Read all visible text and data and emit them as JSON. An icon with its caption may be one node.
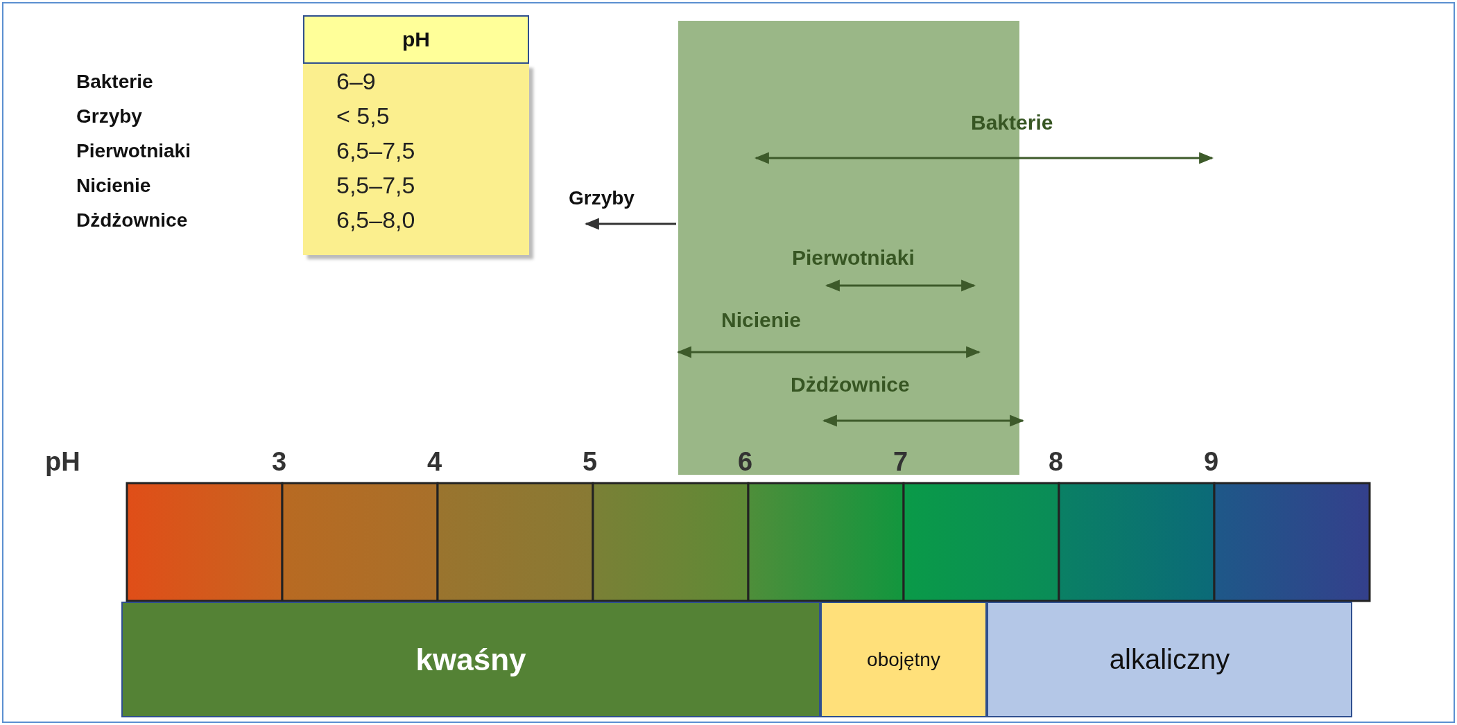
{
  "diagram": {
    "nodes": [
      {
        "text": [
          "kwaśny"
        ]
      },
      {
        "text": [
          "obojętny"
        ]
      },
      {
        "text": [
          "alkaliczny"
        ]
      }
    ],
    "labels": [
      "pH",
      "Bakterie",
      "6–9",
      "Grzyby",
      "< 5,5",
      "Pierwotniaki",
      "6,5–7,5",
      "Nicienie",
      "5,5–7,5",
      "Dżdżownice",
      "6,5–8,0",
      "Bakterie",
      "Grzyby",
      "Pierwotniaki",
      "Nicienie",
      "Dżdżownice",
      "pH",
      "3",
      "4",
      "5",
      "6",
      "7",
      "8",
      "9"
    ]
  }
}
